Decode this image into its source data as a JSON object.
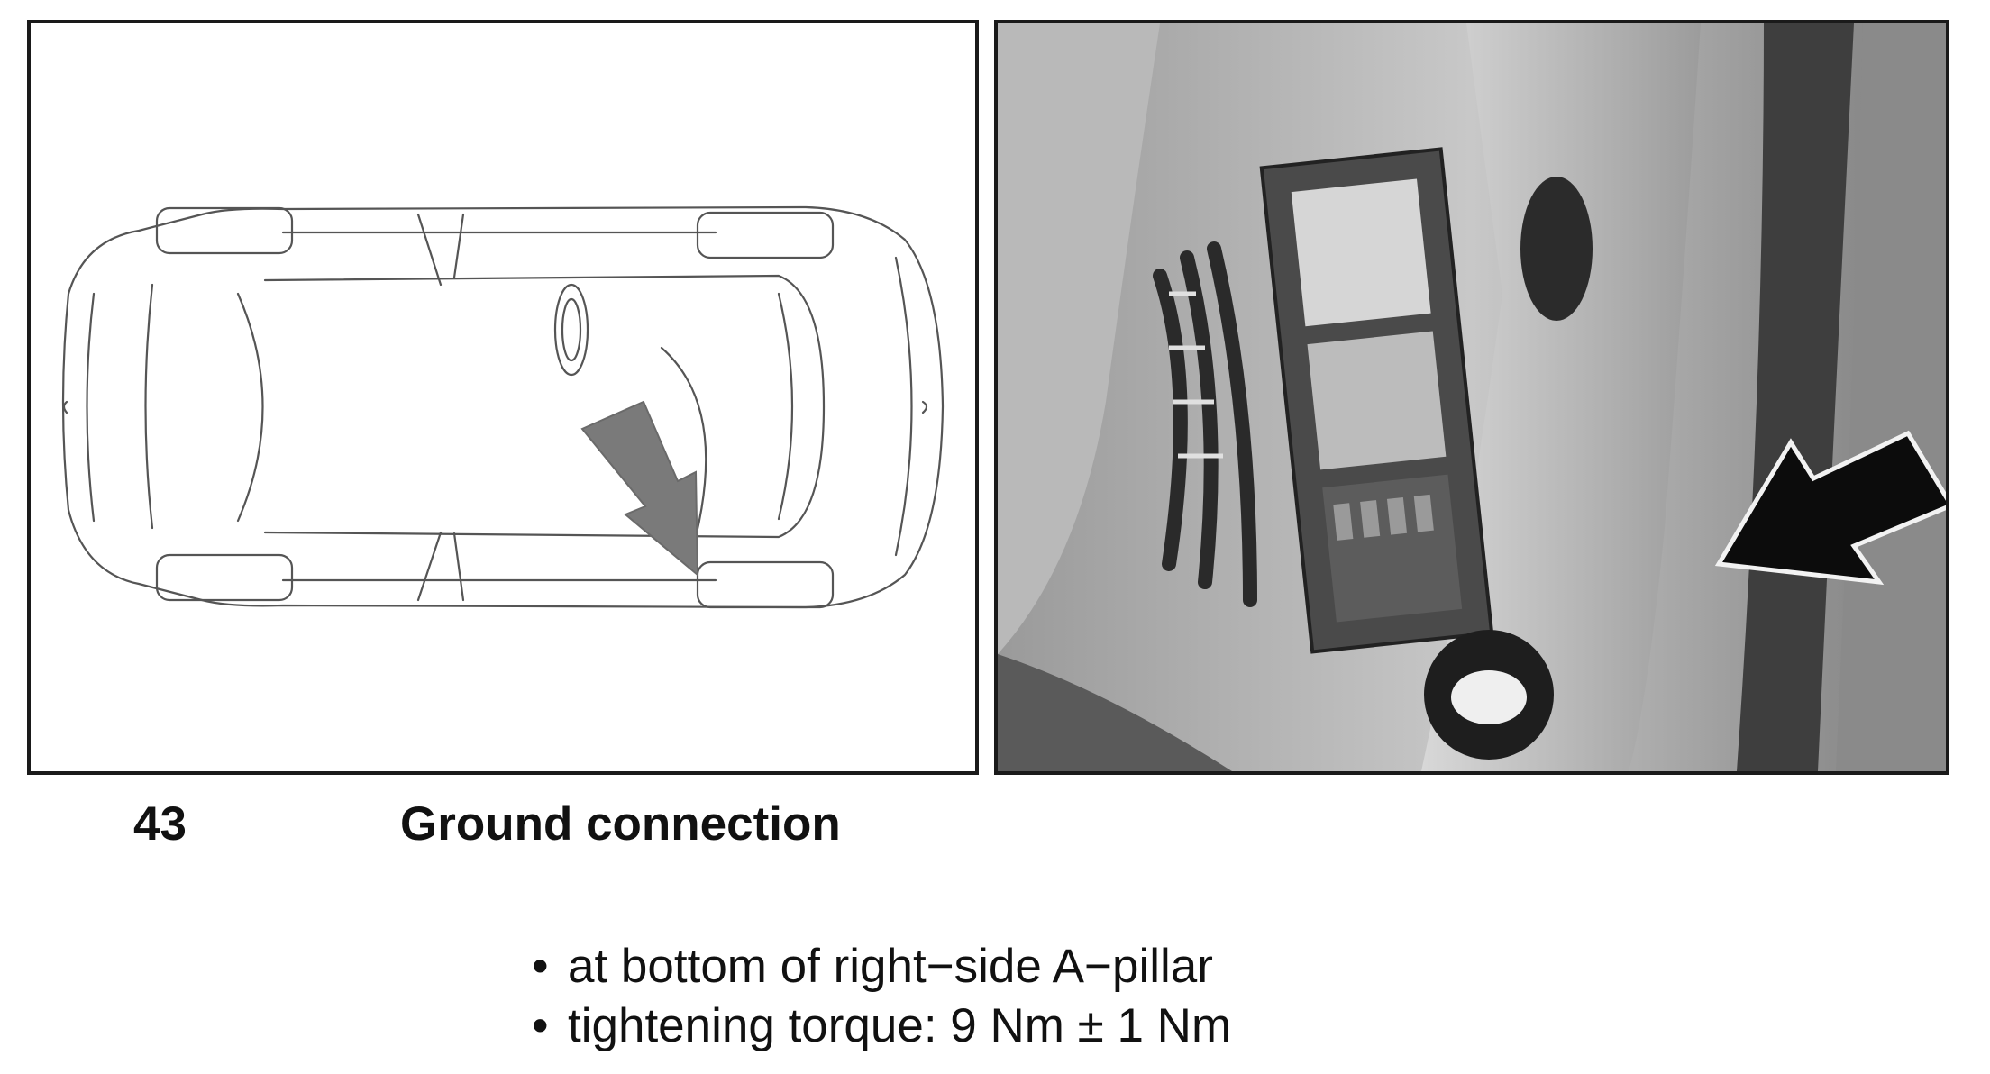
{
  "figure": {
    "number": "43",
    "title": "Ground connection",
    "left_image": "vehicle-top-view-line-drawing",
    "right_image": "ground-point-photo-a-pillar",
    "arrow_color_left": "#7a7a7a",
    "arrow_color_right": "#0c0c0c"
  },
  "notes": {
    "bullet": "•",
    "items": [
      "at bottom of right−side A−pillar",
      "tightening torque: 9 Nm ± 1 Nm"
    ]
  }
}
